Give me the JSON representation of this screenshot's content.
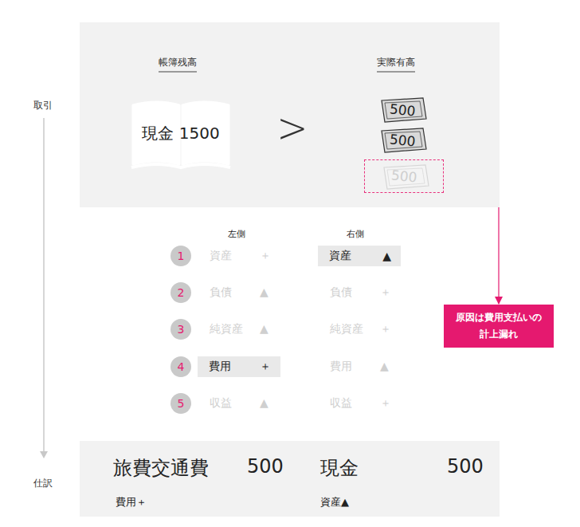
{
  "diagram": {
    "nodes": [
      {
        "text": [
          "帳簿残高",
          "実際有高"
        ]
      },
      {
        "text": [
          "現金 1500"
        ],
        "in": 0
      },
      {
        "text": [
          "500"
        ],
        "in": 0
      },
      {
        "text": [
          "500"
        ],
        "in": 0
      },
      {
        "text": [
          "500"
        ],
        "in": 0
      },
      {
        "text": [
          "原因は費用支払いの 計上漏れ"
        ]
      },
      {
        "text": [
          "1"
        ]
      },
      {
        "text": [
          "資産",
          "▲"
        ]
      },
      {
        "text": [
          "2"
        ]
      },
      {
        "text": [
          "3"
        ]
      },
      {
        "text": [
          "4"
        ]
      },
      {
        "text": [
          "費用",
          "＋"
        ]
      },
      {
        "text": [
          "5"
        ]
      },
      {
        "text": [
          "旅費交通費",
          "500",
          "現金",
          "500",
          "費用＋",
          "資産▲"
        ]
      }
    ],
    "edges": [
      {
        "from": 4,
        "to": 5,
        "arrow": "to"
      }
    ],
    "labels": [
      "取引",
      "仕訳",
      ">",
      "左側",
      "右側",
      "資産",
      "＋",
      "負債",
      "▲",
      "負債",
      "＋",
      "純資産",
      "▲",
      "純資産",
      "＋",
      "費用",
      "▲",
      "収益",
      "▲",
      "収益",
      "＋"
    ]
  }
}
